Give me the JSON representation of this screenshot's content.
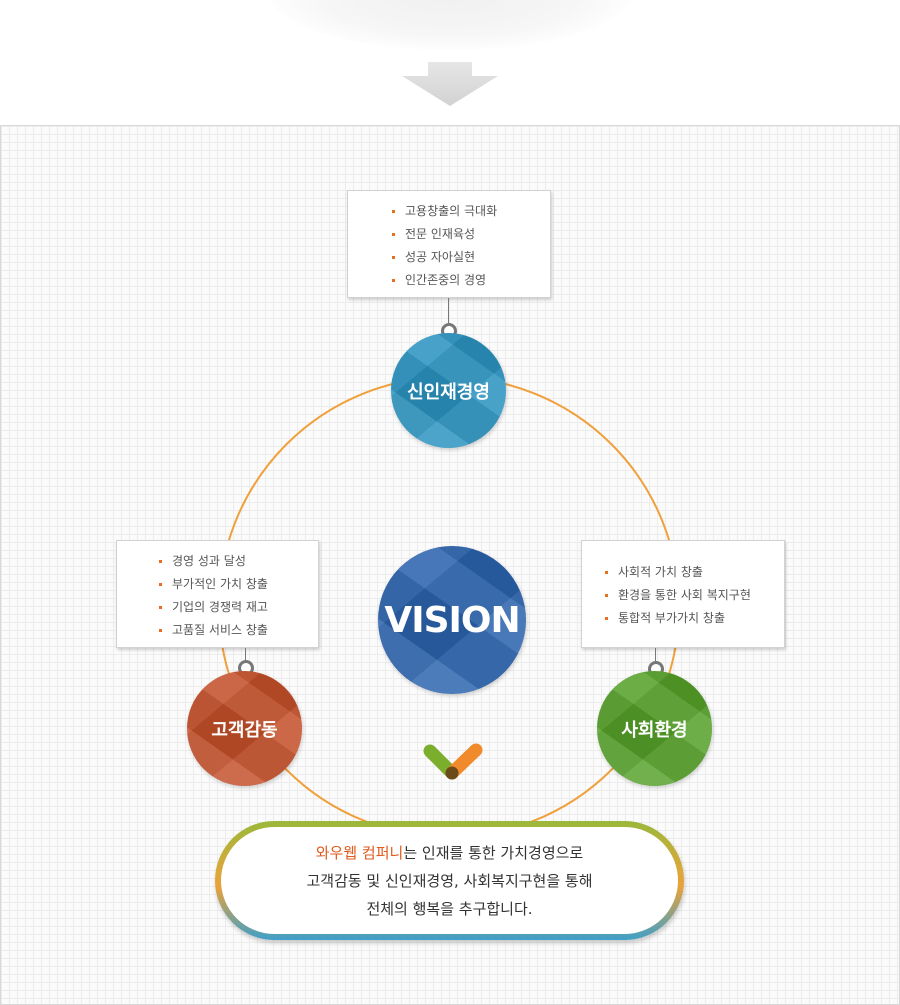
{
  "top_cards": {
    "top": [
      "고용창출의 극대화",
      "전문 인재육성",
      "성공 자아실현",
      "인간존중의 경영"
    ],
    "left": [
      "경영 성과 달성",
      "부가적인 가치 창출",
      "기업의 경쟁력 재고",
      "고품질 서비스 창출"
    ],
    "right": [
      "사회적 가치 창출",
      "환경을 통한 사회 복지구현",
      "통합적 부가가치 창출"
    ]
  },
  "circles": {
    "center": {
      "label": "VISION",
      "color": "#2b63ad"
    },
    "top": {
      "label": "신인재경영",
      "color": "#2b93c0"
    },
    "left": {
      "label": "고객감동",
      "color": "#c4502a"
    },
    "right": {
      "label": "사회환경",
      "color": "#56a12a"
    }
  },
  "ring_color": "#f0a03c",
  "statement": {
    "highlight": "와우웹 컴퍼니",
    "line1_rest": "는 인재를 통한 가치경영으로",
    "line2": "고객감동 및 신인재경영, 사회복지구현을 통해",
    "line3": "전체의 행복을 추구합니다.",
    "highlight_color": "#e05a1c"
  }
}
